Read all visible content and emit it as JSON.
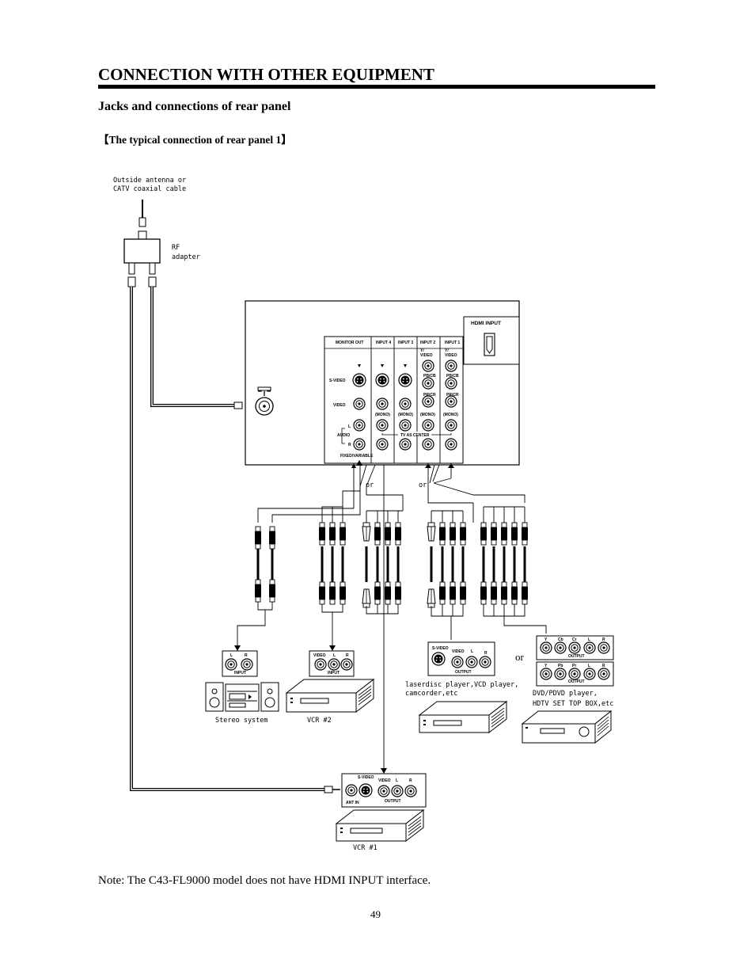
{
  "page": {
    "title": "CONNECTION WITH OTHER EQUIPMENT",
    "subtitle": "Jacks and connections of rear panel",
    "section_heading": "【The typical connection of rear panel 1】",
    "note": "Note: The C43-FL9000 model does not have HDMI INPUT interface.",
    "page_number": "49"
  },
  "labels": {
    "antenna_line1": "Outside antenna or",
    "antenna_line2": "CATV coaxial cable",
    "rf_line1": "RF",
    "rf_line2": "adapter",
    "hdmi_input": "HDMI INPUT",
    "monitor_out": "MONITOR OUT",
    "input4": "INPUT 4",
    "input3": "INPUT 3",
    "input2": "INPUT 2",
    "input1": "INPUT 1",
    "y_video": "Y/",
    "video_word": "VIDEO",
    "pb_cb": "PB/CB",
    "pr_cr": "PR/CR",
    "s_video": "S-VIDEO",
    "video": "VIDEO",
    "mono": "(MONO)",
    "tv_as_center": "TV AS CENTER",
    "audio": "AUDIO",
    "l": "L",
    "r": "R",
    "fixed_variable": "FIXED/VARIABLE",
    "or": "or",
    "or_big": "or",
    "input": "INPUT",
    "output": "OUTPUT",
    "ant_in": "ANT IN",
    "y": "Y",
    "cb": "Cb",
    "cr": "Cr",
    "pb": "Pb",
    "pr": "Pr",
    "stereo_system": "Stereo system",
    "vcr2": "VCR #2",
    "vcr1": "VCR #1",
    "laserdisc_line1": "laserdisc player,VCD player,",
    "laserdisc_line2": "camcorder,etc",
    "dvd_line1": "DVD/PDVD player,",
    "dvd_line2": "HDTV SET TOP BOX,etc"
  }
}
